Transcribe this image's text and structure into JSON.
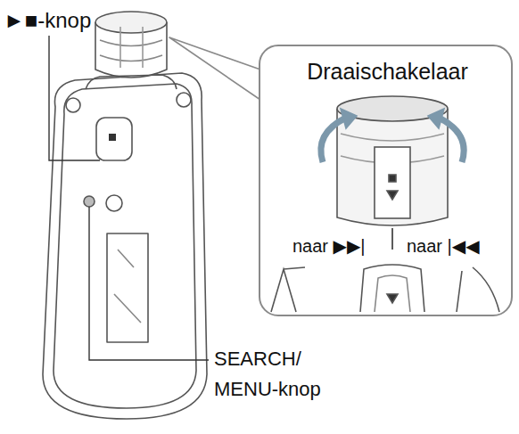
{
  "diagram": {
    "nodes": [
      {
        "text": [
          "Draaischakelaar",
          "naar ▶▶|",
          "naar |◀◀"
        ]
      }
    ],
    "labels": [
      "►■-knop",
      "SEARCH/ MENU-knop"
    ]
  }
}
